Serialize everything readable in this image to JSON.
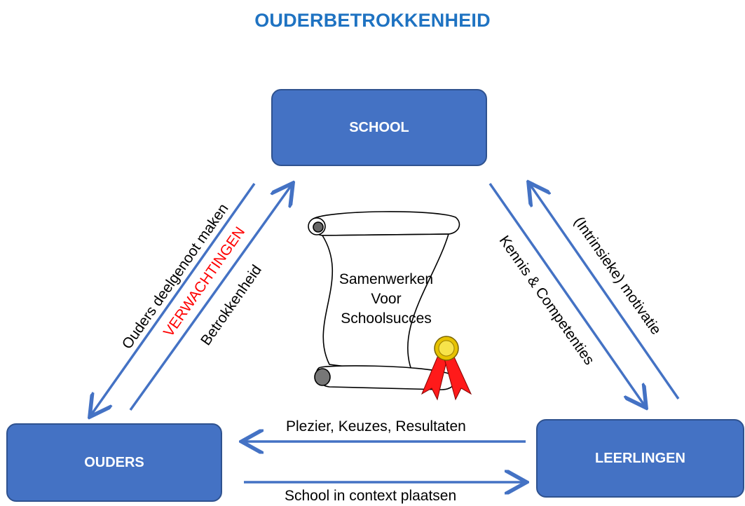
{
  "title": "OUDERBETROKKENHEID",
  "nodes": {
    "school": "SCHOOL",
    "ouders": "OUDERS",
    "leerlingen": "LEERLINGEN"
  },
  "arrows": {
    "ouders_deelgenoot": "Ouders deelgenoot maken",
    "verwachtingen": "VERWACHTINGEN",
    "betrokkenheid": "Betrokkenheid",
    "kennis": "Kennis & Competenties",
    "motivatie": "(Intrinsieke) motivatie",
    "plezier": "Plezier, Keuzes, Resultaten",
    "context": "School in context plaatsen"
  },
  "scroll": {
    "line1": "Samenwerken",
    "line2": "Voor",
    "line3": "Schoolsucces"
  },
  "colors": {
    "title": "#1f73c2",
    "node_fill": "#4472c4",
    "arrow": "#4472c4",
    "highlight": "#ff0000"
  }
}
